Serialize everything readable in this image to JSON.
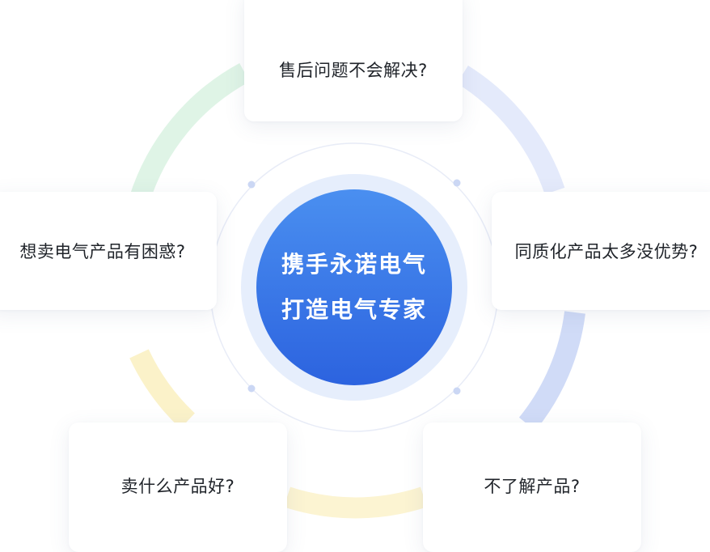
{
  "center": {
    "line1": "携手永诺电气",
    "line2": "打造电气专家"
  },
  "cards": {
    "top": "售后问题不会解决?",
    "left": "想卖电气产品有困惑?",
    "right": "同质化产品太多没优势?",
    "bottom_left": "卖什么产品好?",
    "bottom_right": "不了解产品?"
  },
  "colors": {
    "center_fill_top": "#4a8ff0",
    "center_fill_bottom": "#2e66e0",
    "center_halo": "#e3edfc",
    "ring_green": "#d8f2e2",
    "ring_blue": "#cdd8f7",
    "ring_yellow": "#fbf1c6",
    "inner_ring": "#e6eaf6",
    "dot": "#c9d6f4"
  }
}
